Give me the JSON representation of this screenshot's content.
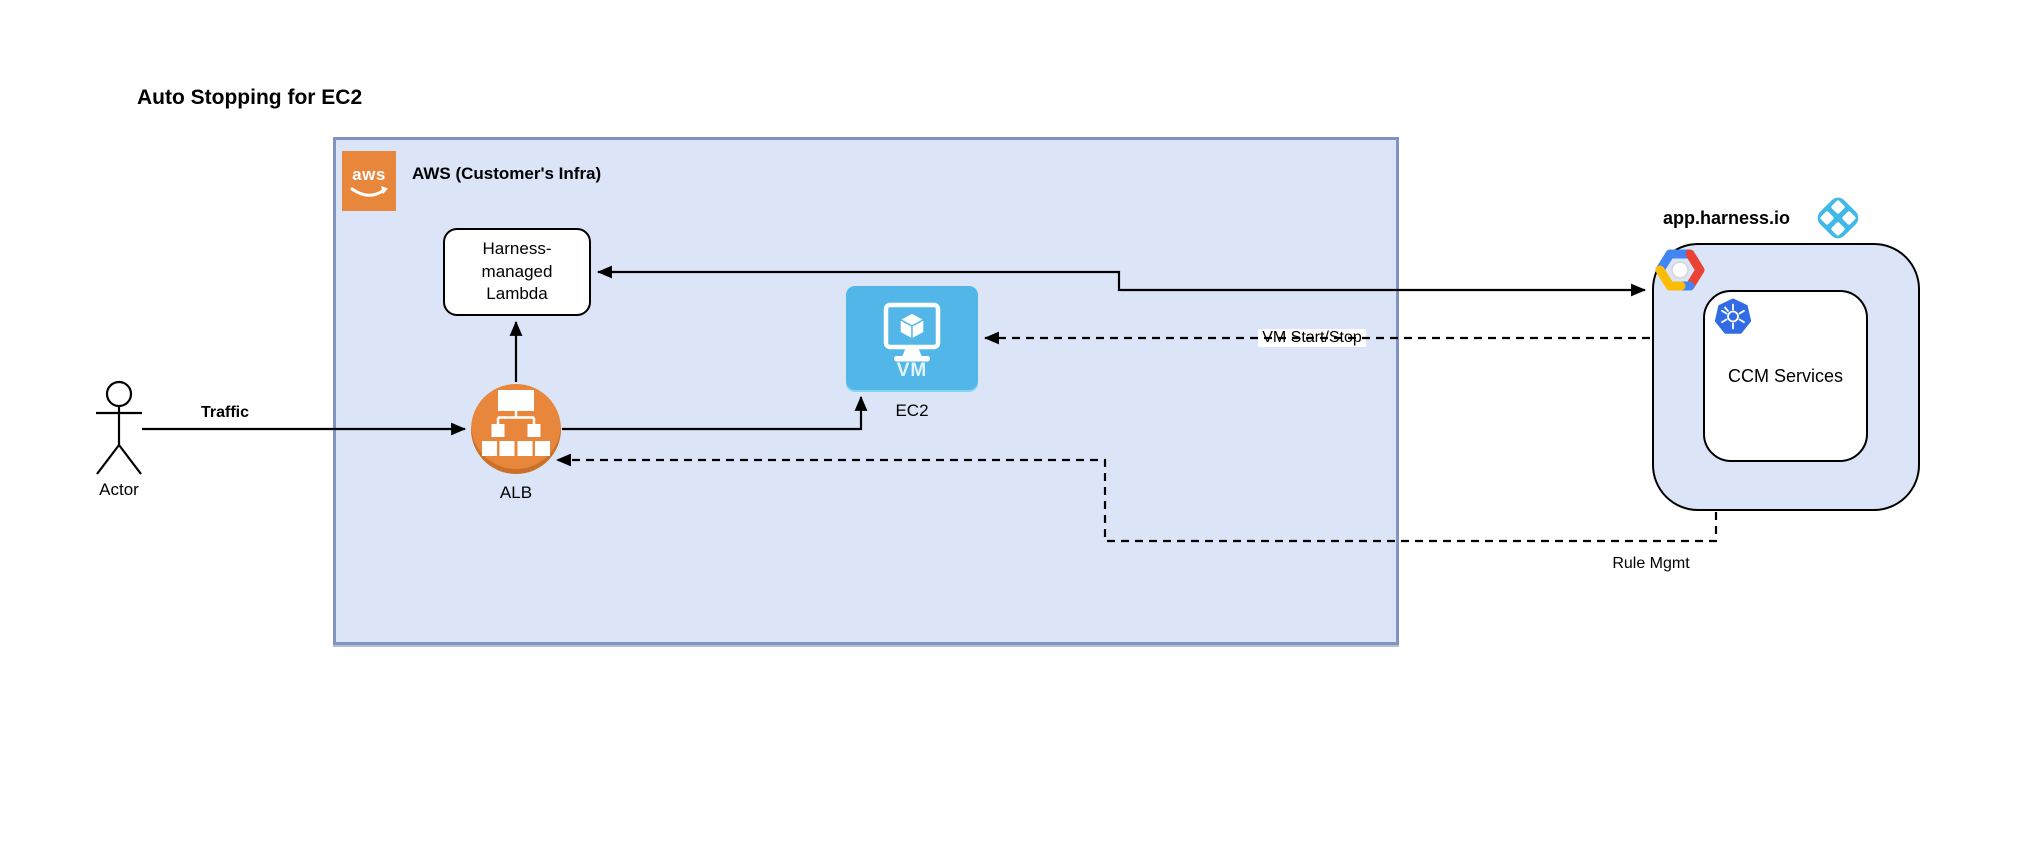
{
  "title": "Auto Stopping for EC2",
  "zones": {
    "aws": {
      "label": "AWS (Customer's Infra)",
      "logo_text": "aws"
    },
    "harness": {
      "label": "app.harness.io"
    }
  },
  "nodes": {
    "lambda": {
      "label": "Harness-managed Lambda"
    },
    "alb": {
      "label": "ALB"
    },
    "ec2": {
      "label": "EC2",
      "vm_text": "VM"
    },
    "ccm": {
      "label": "CCM Services"
    },
    "actor": {
      "label": "Actor"
    }
  },
  "edges": {
    "traffic": {
      "label": "Traffic",
      "style": "solid"
    },
    "alb_to_lambda": {
      "style": "solid"
    },
    "alb_to_ec2": {
      "style": "solid"
    },
    "lambda_harness": {
      "style": "solid",
      "bidirectional": true
    },
    "vm_start_stop": {
      "label": "VM Start/Stop",
      "style": "dashed"
    },
    "rule_mgmt": {
      "label": "Rule Mgmt",
      "style": "dashed"
    }
  },
  "icons": {
    "aws_logo": "aws-logo",
    "alb_icon": "load-balancer-tree-icon",
    "vm_icon": "vm-monitor-cube-icon",
    "gcp_logo": "google-cloud-hexagon-icon",
    "kubernetes_logo": "kubernetes-wheel-icon",
    "harness_logo": "harness-ccm-diamond-icon",
    "actor_icon": "stick-figure-icon"
  },
  "colors": {
    "zone_fill": "#dbe5f7",
    "aws_zone_border": "#8193c0",
    "aws_orange": "#e8873b",
    "ec2_blue": "#52b7e8",
    "harness_logo_blue": "#41b9e6",
    "kubernetes_blue": "#326ce5",
    "gcp_blue": "#4285f4",
    "gcp_red": "#ea4335",
    "gcp_yellow": "#fbbc05",
    "line_color": "#000000"
  }
}
